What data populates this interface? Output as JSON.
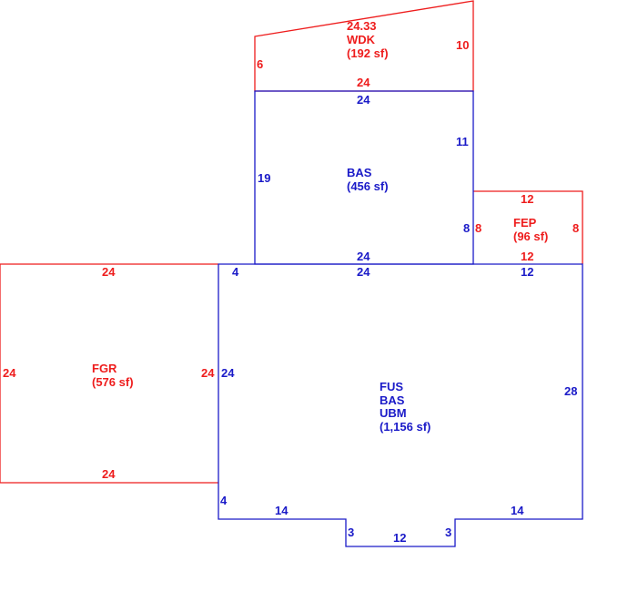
{
  "colors": {
    "red": "#ee1c1c",
    "blue": "#1a1ac8"
  },
  "wdk": {
    "top": "24.33",
    "code": "WDK",
    "area": "(192 sf)",
    "left": "6",
    "right": "10",
    "bottom": "24"
  },
  "bas": {
    "code": "BAS",
    "area": "(456 sf)",
    "top": "24",
    "left": "19",
    "right_top": "11",
    "right_low": "8",
    "bottom": "24"
  },
  "fep": {
    "code": "FEP",
    "area": "(96 sf)",
    "top": "12",
    "left": "8",
    "right": "8",
    "bottom": "12"
  },
  "fgr": {
    "code": "FGR",
    "area": "(576 sf)",
    "top": "24",
    "left": "24",
    "right": "24",
    "bottom": "24"
  },
  "main": {
    "codes": [
      "FUS",
      "BAS",
      "UBM"
    ],
    "area": "(1,156 sf)",
    "top_left": "4",
    "top_center": "24",
    "top_right": "12",
    "left": "24",
    "right": "28",
    "left_low": "4",
    "bottom_left": "14",
    "bottom_right": "14",
    "notch_left": "3",
    "notch_bottom": "12",
    "notch_right": "3"
  }
}
